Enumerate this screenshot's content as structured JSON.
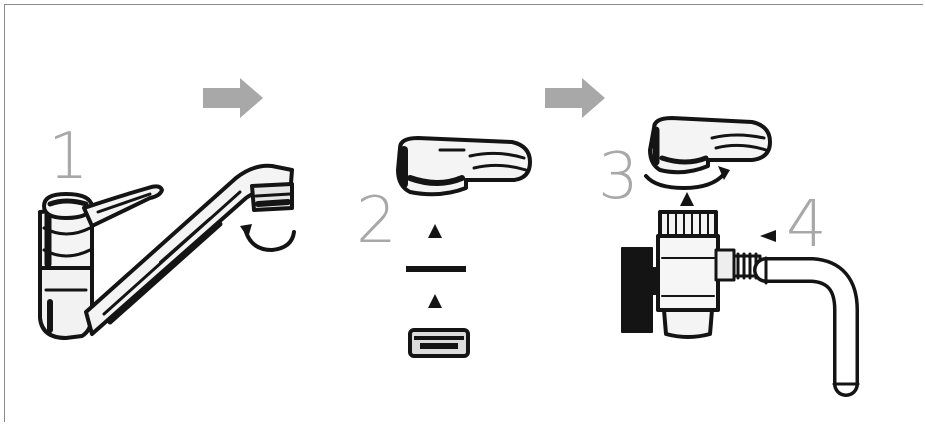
{
  "diagram": {
    "steps": [
      {
        "number": "1"
      },
      {
        "number": "2"
      },
      {
        "number": "3"
      },
      {
        "number": "4"
      }
    ],
    "colors": {
      "ink": "#141414",
      "step_number": "#a8a8a8",
      "arrow": "#a8a8a8",
      "chrome_light": "#f2f2f2",
      "chrome_mid": "#bdbdbd"
    },
    "icons": [
      "faucet-icon",
      "rotate-arrow-icon",
      "aerator-icon",
      "washer-icon",
      "diverter-valve-icon",
      "hose-icon",
      "right-arrow-icon",
      "up-arrow-icon"
    ]
  }
}
